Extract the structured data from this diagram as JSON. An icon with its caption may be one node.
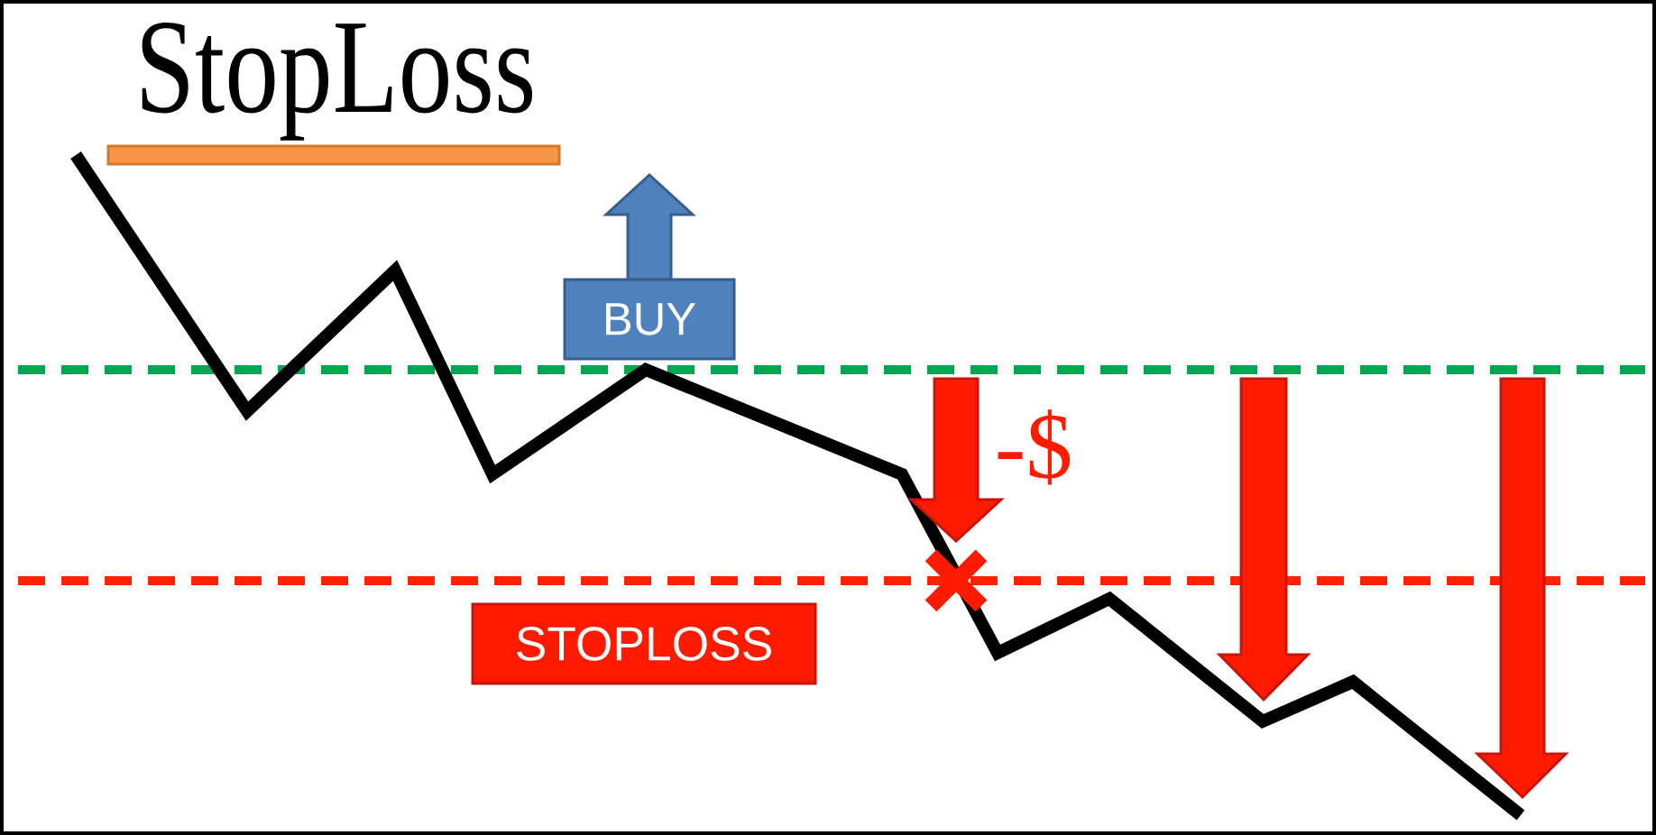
{
  "diagram": {
    "title": "StopLoss",
    "nodes": [
      {
        "text": [
          "BUY"
        ]
      },
      {
        "text": [
          "STOPLOSS"
        ]
      }
    ],
    "labels": [
      "-$"
    ]
  }
}
